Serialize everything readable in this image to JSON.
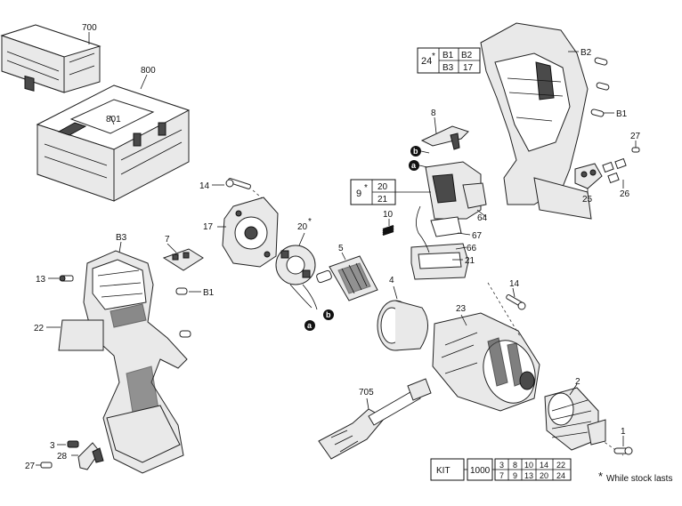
{
  "callouts": {
    "c700": "700",
    "c800": "800",
    "c801": "801",
    "c8": "8",
    "c14a": "14",
    "c17": "17",
    "c20": "20",
    "c20star": "*",
    "c7": "7",
    "c5": "5",
    "c10": "10",
    "c4": "4",
    "c64": "64",
    "c67": "67",
    "c66": "66",
    "c21": "21",
    "c25": "25",
    "c26": "26",
    "c27a": "27",
    "cB2": "B2",
    "cB1a": "B1",
    "cB3": "B3",
    "cB1b": "B1",
    "c13": "13",
    "c22": "22",
    "c3": "3",
    "c28": "28",
    "c27b": "27",
    "c23": "23",
    "c14b": "14",
    "c2": "2",
    "c1": "1",
    "c705": "705"
  },
  "markers": {
    "a": "a",
    "b": "b"
  },
  "box24": {
    "num": "24",
    "star": "*",
    "cells": [
      "B1",
      "B2",
      "B3",
      "17"
    ]
  },
  "box9": {
    "num": "9",
    "star": "*",
    "cells": [
      "20",
      "21"
    ]
  },
  "kit": {
    "label": "KIT",
    "code": "1000",
    "row1": [
      "3",
      "8",
      "10",
      "14",
      "22"
    ],
    "row2": [
      "7",
      "9",
      "13",
      "20",
      "24"
    ]
  },
  "footnote": {
    "star": "*",
    "text": "While stock lasts"
  }
}
